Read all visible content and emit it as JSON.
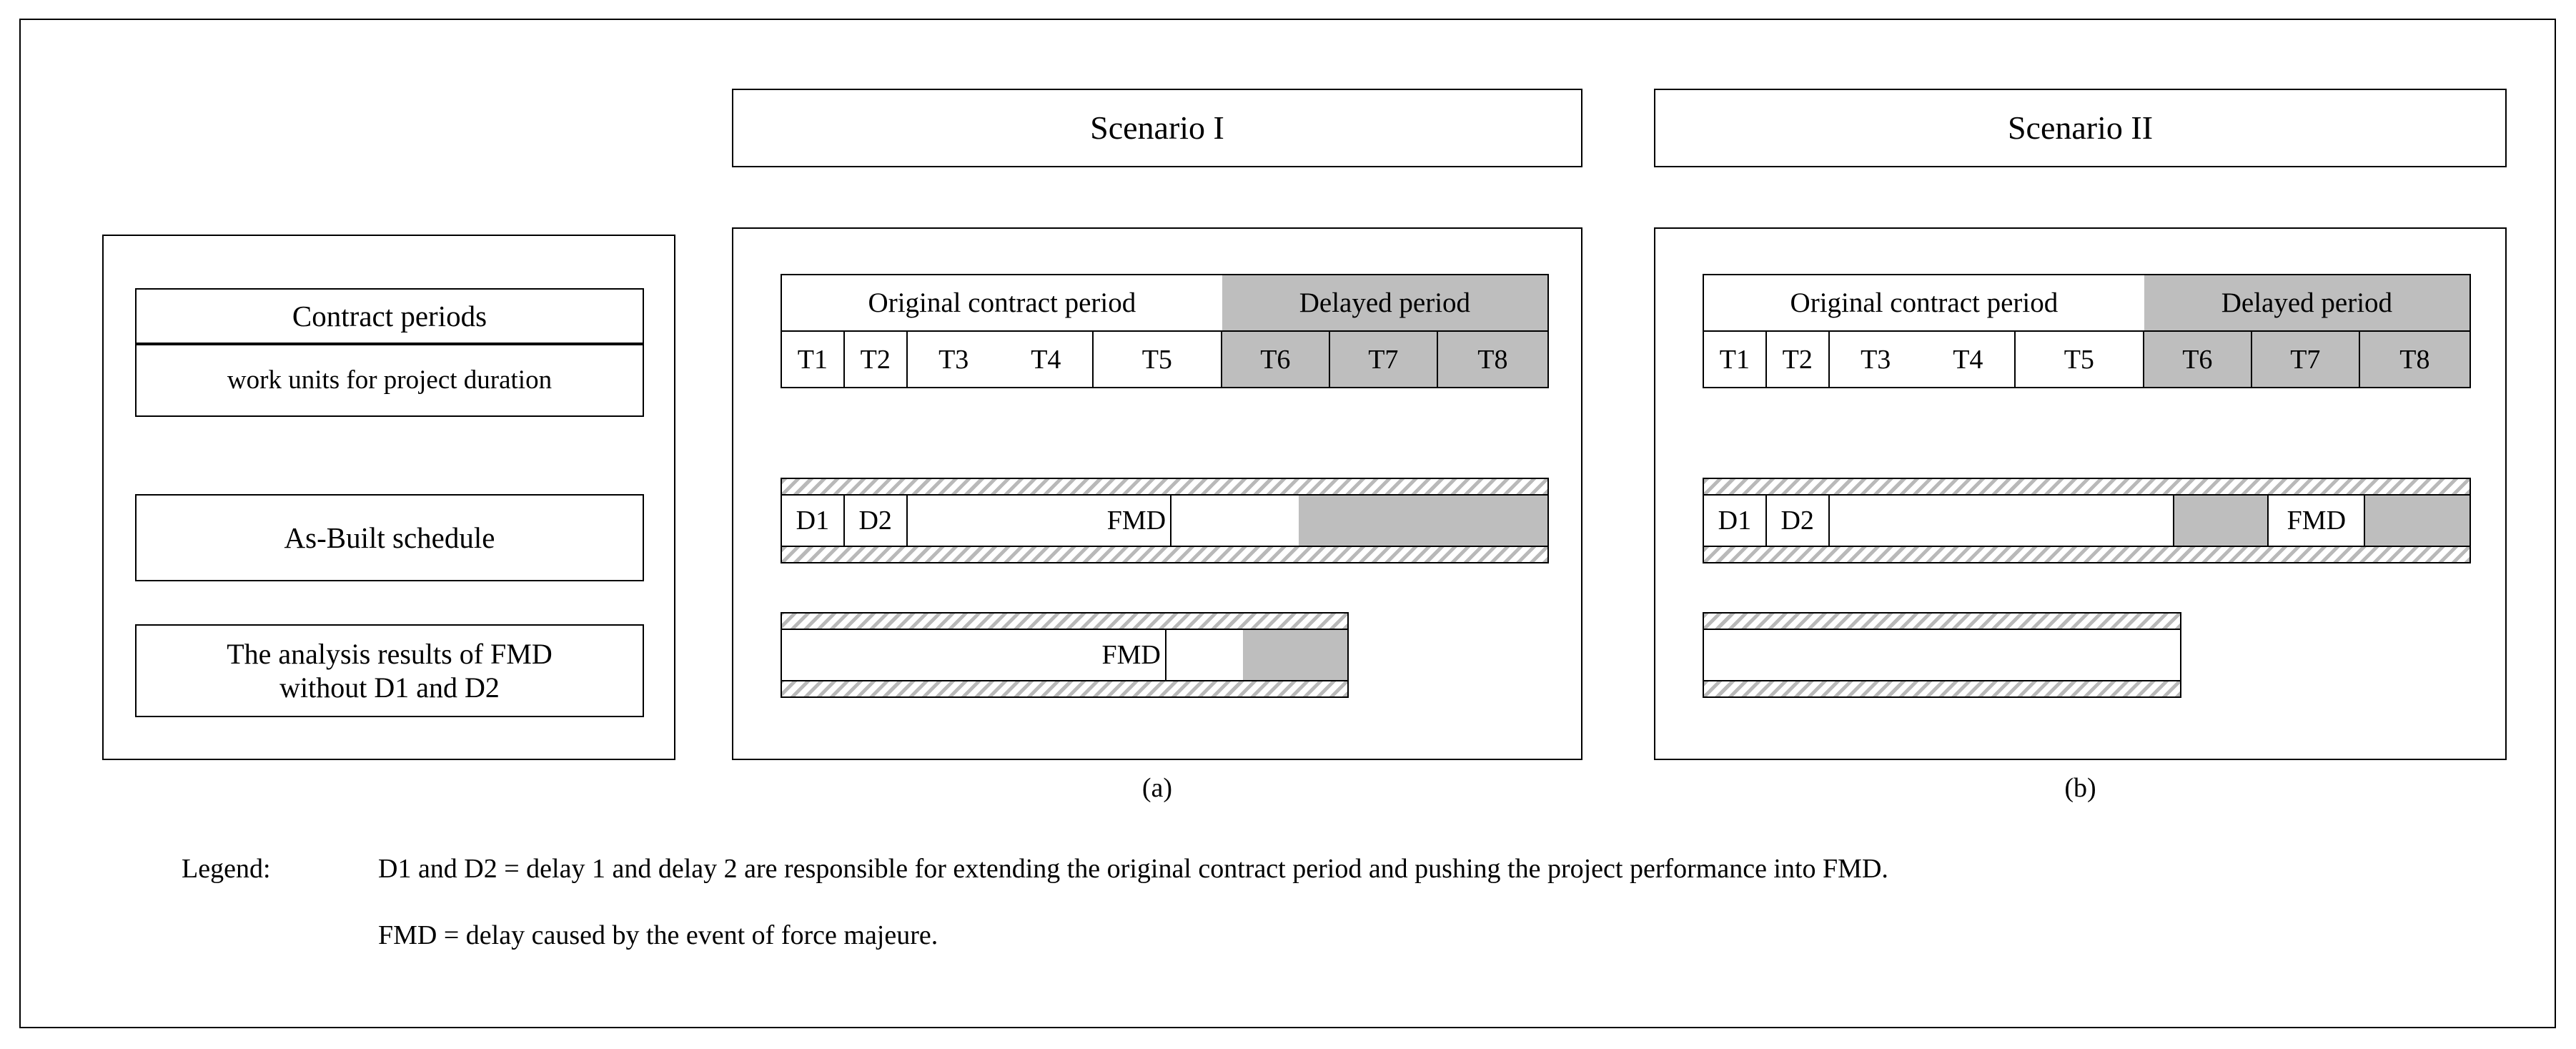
{
  "figure": {
    "left_panel": {
      "rows": [
        {
          "label": "Contract periods"
        },
        {
          "label": "work units for project duration"
        },
        {
          "label": "As-Built schedule"
        },
        {
          "label": "The analysis results of FMD\nwithout D1 and D2"
        }
      ]
    },
    "scenarios": [
      {
        "title": "Scenario I",
        "caption": "(a)",
        "period_table": {
          "header": [
            {
              "label": "Original contract period",
              "shaded": false
            },
            {
              "label": "Delayed period",
              "shaded": true
            }
          ],
          "ticks": [
            {
              "label": "T1",
              "shaded": false
            },
            {
              "label": "T2",
              "shaded": false
            },
            {
              "label": "T3",
              "shaded": false
            },
            {
              "label": "T4",
              "shaded": false
            },
            {
              "label": "T5",
              "shaded": false
            },
            {
              "label": "T6",
              "shaded": true
            },
            {
              "label": "T7",
              "shaded": true
            },
            {
              "label": "T8",
              "shaded": true
            }
          ]
        },
        "as_built_bar": {
          "segments": [
            {
              "label": "D1",
              "shaded": false
            },
            {
              "label": "D2",
              "shaded": false
            },
            {
              "label": "FMD",
              "shaded": false
            },
            {
              "label": "",
              "shaded": false
            },
            {
              "label": "",
              "shaded": true
            }
          ]
        },
        "analysis_bar": {
          "segments": [
            {
              "label": "FMD",
              "shaded": false
            },
            {
              "label": "",
              "shaded": false
            },
            {
              "label": "",
              "shaded": true
            }
          ]
        }
      },
      {
        "title": "Scenario II",
        "caption": "(b)",
        "period_table": {
          "header": [
            {
              "label": "Original contract period",
              "shaded": false
            },
            {
              "label": "Delayed period",
              "shaded": true
            }
          ],
          "ticks": [
            {
              "label": "T1",
              "shaded": false
            },
            {
              "label": "T2",
              "shaded": false
            },
            {
              "label": "T3",
              "shaded": false
            },
            {
              "label": "T4",
              "shaded": false
            },
            {
              "label": "T5",
              "shaded": false
            },
            {
              "label": "T6",
              "shaded": true
            },
            {
              "label": "T7",
              "shaded": true
            },
            {
              "label": "T8",
              "shaded": true
            }
          ]
        },
        "as_built_bar": {
          "segments": [
            {
              "label": "D1",
              "shaded": false
            },
            {
              "label": "D2",
              "shaded": false
            },
            {
              "label": "",
              "shaded": false
            },
            {
              "label": "",
              "shaded": true
            },
            {
              "label": "FMD",
              "shaded": false
            },
            {
              "label": "",
              "shaded": true
            }
          ]
        },
        "analysis_bar": {
          "segments": [
            {
              "label": "",
              "shaded": false
            }
          ]
        }
      }
    ],
    "legend": {
      "title": "Legend:",
      "line1": "D1 and D2 = delay 1 and delay 2 are responsible for extending the original contract period and pushing the project performance into FMD.",
      "line2": "FMD = delay caused by the event of force majeure."
    },
    "colors": {
      "shaded": "#bebebe",
      "border": "#000000",
      "background": "#ffffff",
      "hatch": "#b9b9b9"
    }
  }
}
